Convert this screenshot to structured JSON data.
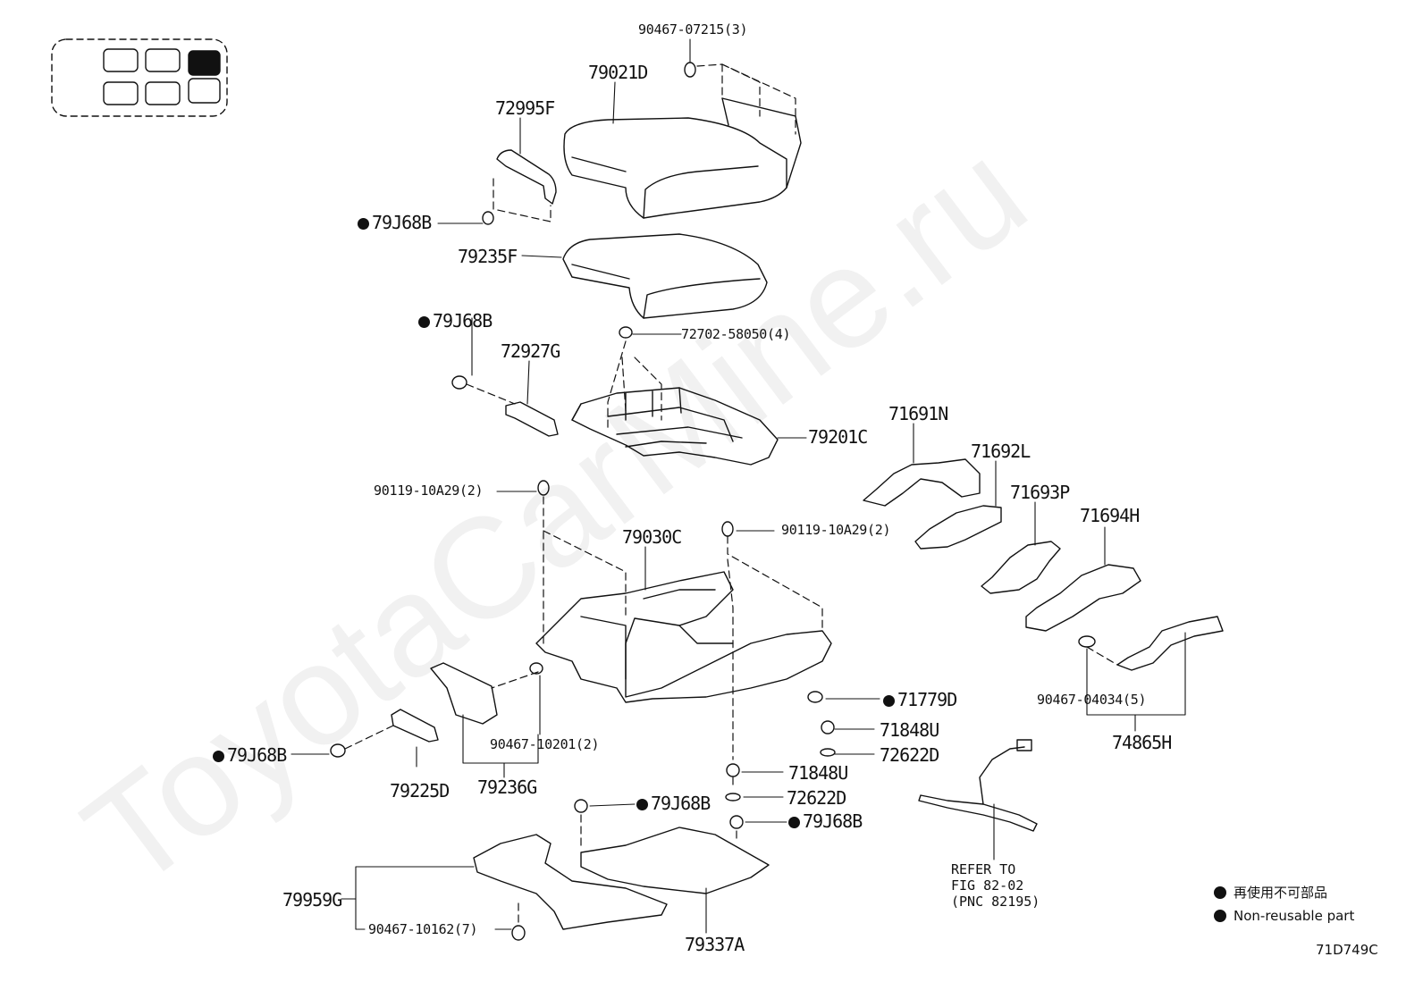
{
  "watermark": "ToyotaCarMine.ru",
  "labels": {
    "p90467_07215": "90467-07215(3)",
    "p79021D": "79021D",
    "p72995F": "72995F",
    "p79J68B_1": "79J68B",
    "p79235F": "79235F",
    "p79J68B_2": "79J68B",
    "p72702_58050": "72702-58050(4)",
    "p72927G": "72927G",
    "p79201C": "79201C",
    "p71691N": "71691N",
    "p71692L": "71692L",
    "p71693P": "71693P",
    "p71694H": "71694H",
    "p90119_10A29_left": "90119-10A29(2)",
    "p90119_10A29_right": "90119-10A29(2)",
    "p79030C": "79030C",
    "p71779D": "71779D",
    "p90467_04034": "90467-04034(5)",
    "p71848U_1": "71848U",
    "p72622D_1": "72622D",
    "p74865H": "74865H",
    "p79J68B_3": "79J68B",
    "p90467_10201": "90467-10201(2)",
    "p79225D": "79225D",
    "p79236G": "79236G",
    "p71848U_2": "71848U",
    "p72622D_2": "72622D",
    "p79J68B_4": "79J68B",
    "p79J68B_5": "79J68B",
    "p79959G": "79959G",
    "p90467_10162": "90467-10162(7)",
    "p79337A": "79337A"
  },
  "refer_note": "REFER TO\nFIG 82-02\n(PNC 82195)",
  "legend": {
    "jp": "再使用不可部品",
    "en": "Non-reusable part"
  },
  "figure_code": "71D749C"
}
